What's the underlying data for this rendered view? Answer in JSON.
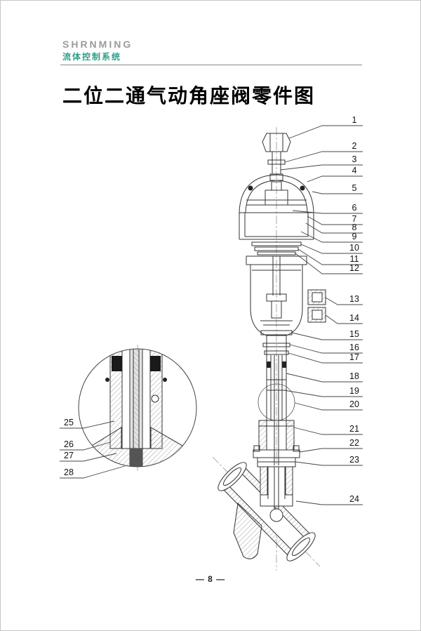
{
  "header": {
    "brand": "SHRNMING",
    "subtitle": "流体控制系统"
  },
  "title": "二位二通气动角座阀零件图",
  "footer": {
    "page_number": "— 8 —"
  },
  "diagram": {
    "description": "exploded cross-section drawing of a two-position two-way pneumatic angle seat valve with numbered part callouts and a circular magnified detail of the stem packing",
    "labels": [
      "1",
      "2",
      "3",
      "4",
      "5",
      "6",
      "7",
      "8",
      "9",
      "10",
      "11",
      "12",
      "13",
      "14",
      "15",
      "16",
      "17",
      "18",
      "19",
      "20",
      "21",
      "22",
      "23",
      "24",
      "25",
      "26",
      "27",
      "28"
    ]
  },
  "colors": {
    "brand_gray": "#9b9b9b",
    "brand_teal": "#2f9f8a",
    "line": "#333333"
  }
}
